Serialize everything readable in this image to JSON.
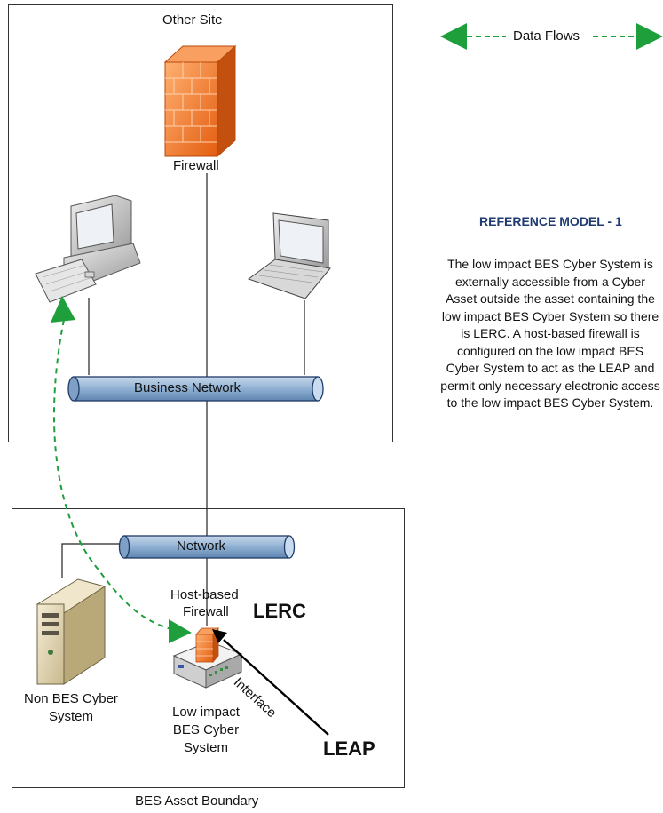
{
  "zones": {
    "other_site": "Other Site",
    "bes_asset_boundary": "BES Asset Boundary"
  },
  "legend": {
    "data_flows": "Data Flows"
  },
  "devices": {
    "firewall": "Firewall",
    "business_network": "Business Network",
    "network": "Network",
    "host_firewall_line1": "Host-based",
    "host_firewall_line2": "Firewall",
    "non_bes_line1": "Non BES Cyber",
    "non_bes_line2": "System",
    "low_impact_line1": "Low impact",
    "low_impact_line2": "BES Cyber",
    "low_impact_line3": "System"
  },
  "callouts": {
    "lerc": "LERC",
    "leap": "LEAP",
    "interface": "Interface"
  },
  "reference_model": {
    "title": "REFERENCE MODEL - 1",
    "lines": [
      "The low impact BES Cyber System is",
      "externally accessible from a Cyber",
      "Asset outside the asset containing the",
      "low impact BES Cyber System so there",
      "is LERC.  A host-based firewall is",
      "configured on the low impact BES",
      "Cyber System to act as the LEAP and",
      "permit only necessary electronic access",
      "to the low impact BES Cyber System."
    ]
  },
  "colors": {
    "pipe_fill": "#9db8d6",
    "pipe_stroke": "#1f3a66",
    "data_flow": "#1e9f3c",
    "firewall": "#f07d2a"
  }
}
